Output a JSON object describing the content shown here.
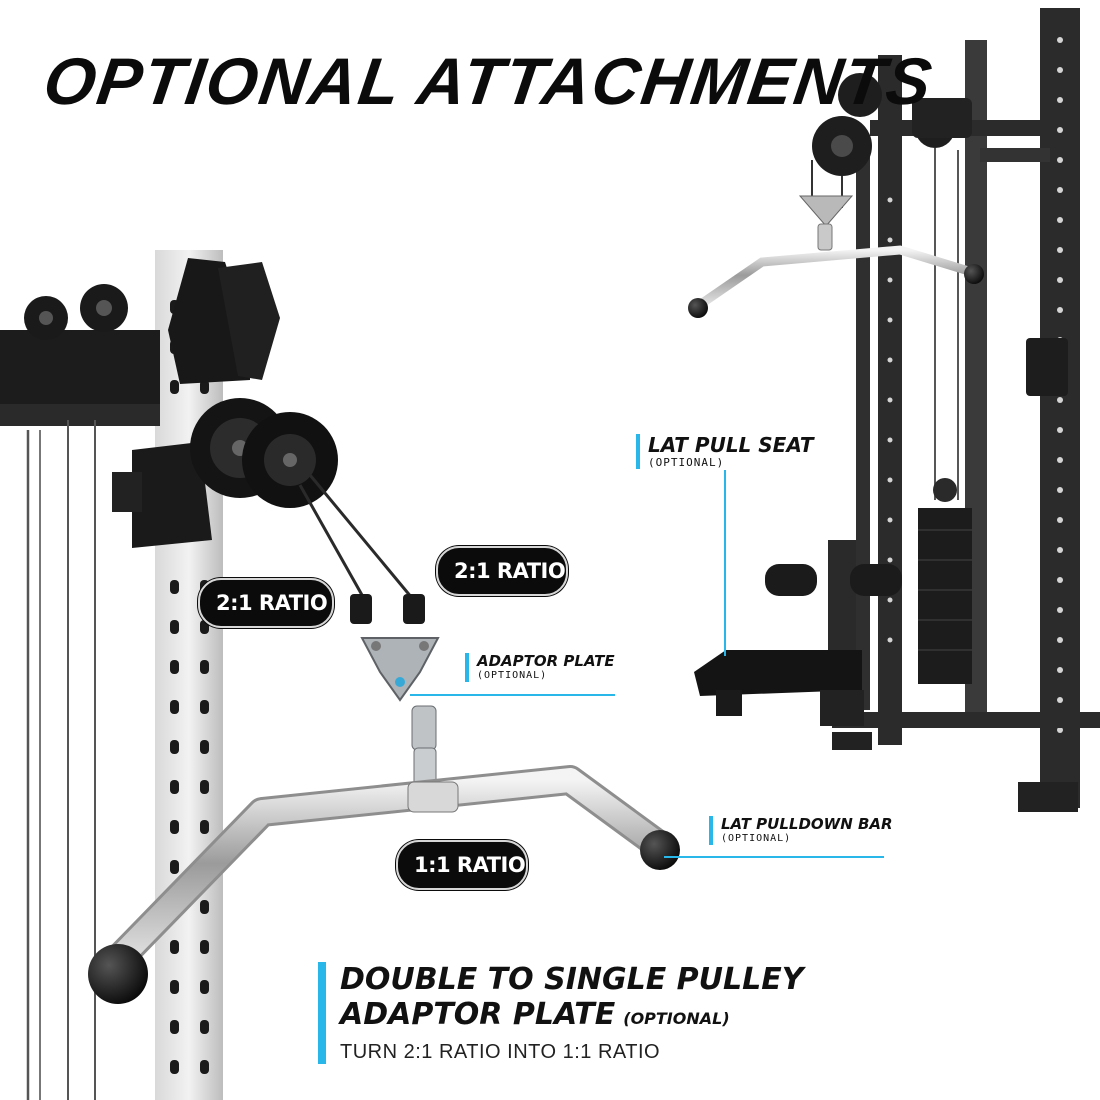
{
  "title": "OPTIONAL ATTACHMENTS",
  "ratio_labels": [
    "2:1 RATIO",
    "2:1 RATIO",
    "1:1 RATIO"
  ],
  "callouts": {
    "lat_pull_seat": {
      "label": "LAT PULL SEAT",
      "sub": "(OPTIONAL)"
    },
    "adaptor_plate": {
      "label": "ADAPTOR PLATE",
      "sub": "(OPTIONAL)"
    },
    "lat_pulldown_bar": {
      "label": "LAT PULLDOWN BAR",
      "sub": "(OPTIONAL)"
    }
  },
  "promo": {
    "headline_line1": "DOUBLE TO SINGLE PULLEY",
    "headline_line2": "ADAPTOR PLATE",
    "optional": "(OPTIONAL)",
    "note": "TURN 2:1 RATIO INTO 1:1 RATIO"
  },
  "colors": {
    "accent": "#29b6e8",
    "text": "#0b0b0b",
    "frame": "#2b2b2b"
  },
  "icons": [
    "pulley-icon",
    "lat-pulldown-bar-icon",
    "adaptor-plate-icon",
    "weight-stack-icon",
    "lat-seat-icon"
  ]
}
